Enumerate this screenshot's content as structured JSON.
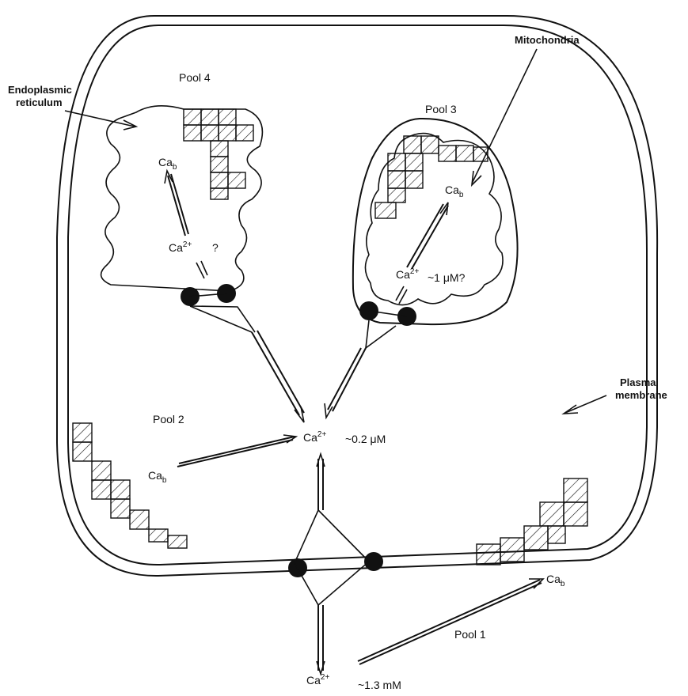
{
  "labels": {
    "pool1": "Pool 1",
    "pool2": "Pool 2",
    "pool3": "Pool 3",
    "pool4": "Pool 4",
    "er": [
      "Endoplasmic",
      "reticulum"
    ],
    "mito": "Mitochondria",
    "plasma": [
      "Plasma",
      "membrane"
    ]
  },
  "species": {
    "cab_base": "Ca",
    "cab_sub": "b",
    "ca_base": "Ca",
    "ca_sup": "2+",
    "question": "?"
  },
  "concentrations": {
    "cytosol": "~0.2 μM",
    "mito": "~1 μM?",
    "extracellular": "~1.3 mM"
  }
}
